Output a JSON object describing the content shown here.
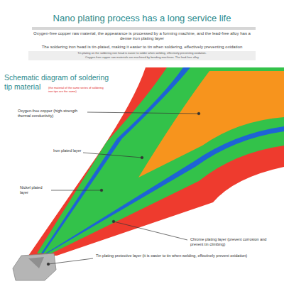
{
  "diagram": {
    "title": "Nano plating process has a long service life",
    "labels": [
      "Oxygen-free copper raw material, the appearance is processed by a forming machine, and the lead-free alloy has a dense iron plating layer",
      "The soldering iron head is tin-plated, making it easier to tin when soldering, effectively preventing oxidation",
      "Tin plating on the soldering iron head is easier to solder when welding, effectively preventing oxidation.",
      "Oxygen-free copper raw materials are machined by bending machines. The lead-free alloy",
      "Schematic diagram of soldering tip material",
      "(the material of the same series of soldering iron tips are the same)",
      "Oxygen-free copper (high-strength thermal conductivity)",
      "Iron plated layer",
      "Nickel plated layer",
      "Chrome plating layer (prevent corrosion and prevent tin climbing)",
      "Tin plating protective layer (it is easier to tin when welding, effectively prevent oxidation)"
    ]
  }
}
